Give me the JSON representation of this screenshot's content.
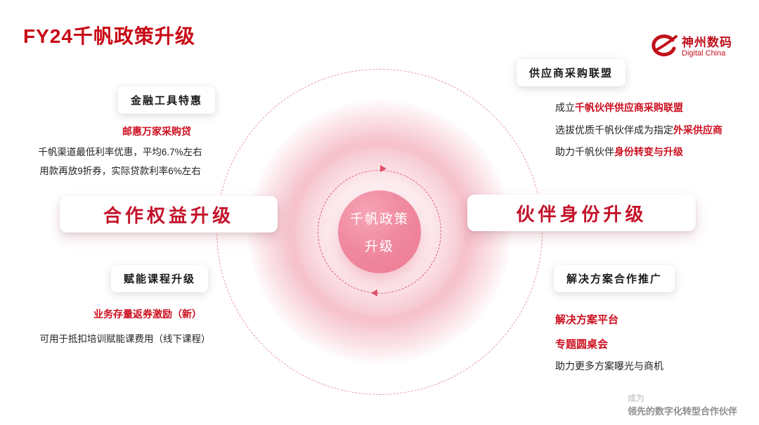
{
  "title": "FY24千帆政策升级",
  "logo": {
    "name": "神州数码",
    "sub": "Digital China"
  },
  "center": {
    "line1": "千帆政策",
    "line2": "升级"
  },
  "left": {
    "finance": {
      "header": "金融工具特惠",
      "highlight": "邮惠万家采购贷",
      "line1": "千帆渠道最低利率优惠，平均6.7%左右",
      "line2": "用款再放9折券，实际贷款利率6%左右"
    },
    "main": "合作权益升级",
    "course": {
      "header": "赋能课程升级",
      "highlight": "业务存量返券激励（新）",
      "line1": "可用于抵扣培训赋能课费用（线下课程）"
    }
  },
  "right": {
    "supplier": {
      "header": "供应商采购联盟",
      "line1_prefix": "成立",
      "line1_highlight": "千帆伙伴供应商采购联盟",
      "line2_prefix": "选拔优质千帆伙伴成为指定",
      "line2_highlight": "外采供应商",
      "line3_prefix": "助力千帆伙伴",
      "line3_highlight": "身份转变与升级"
    },
    "main": "伙伴身份升级",
    "solution": {
      "header": "解决方案合作推广",
      "highlight1": "解决方案平台",
      "highlight2": "专题圆桌会",
      "line1": "助力更多方案曝光与商机"
    }
  },
  "footer": {
    "line1": "成为",
    "line2": "领先的数字化转型合作伙伴"
  },
  "colors": {
    "accent_red": "#c80a16",
    "highlight_red": "#cc0f1f",
    "center_pink": "#f08aa0",
    "glow_pink": "#f5bec9",
    "footer_gray": "#8e8e8e"
  }
}
